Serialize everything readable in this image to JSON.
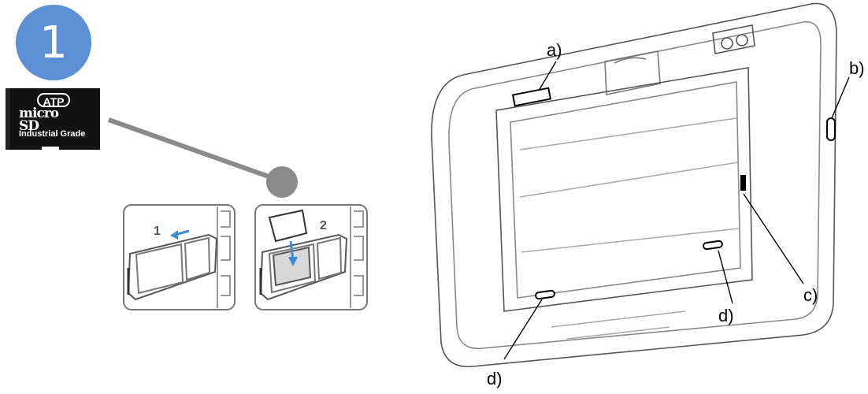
{
  "step": {
    "number": "1"
  },
  "sd_card": {
    "brand": "ATP",
    "logo": "micro SD",
    "grade": "Industrial Grade"
  },
  "inset_steps": {
    "step1": "1",
    "step2": "2"
  },
  "callouts": {
    "a": "a)",
    "b": "b)",
    "c": "c)",
    "d1": "d)",
    "d2": "d)"
  },
  "colors": {
    "badge": "#5b8fd6",
    "arrow": "#3a8fdc",
    "line": "#8a8a8a",
    "card": "#111111"
  },
  "icons": {
    "badge": "step-number-badge",
    "card": "microsd-card-icon",
    "arrow": "insert-arrow-icon"
  }
}
